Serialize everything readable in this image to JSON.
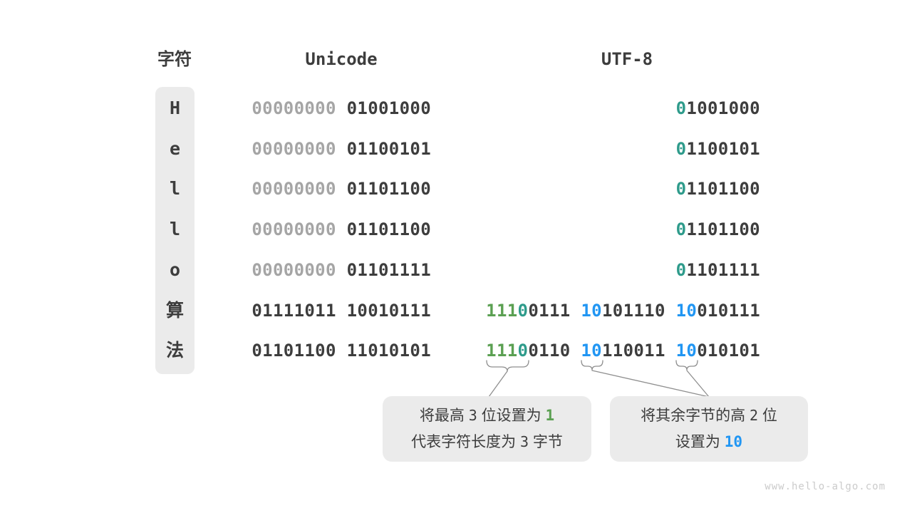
{
  "palette": {
    "dark": "#3D3D3D",
    "muted": "#A5A5A5",
    "teal": "#2E9B8B",
    "green": "#5BA052",
    "blue": "#2196F3",
    "boxbg": "#EBEBEB",
    "line": "#8F8F8F",
    "watermark": "#CBCBCB"
  },
  "headers": {
    "char": "字符",
    "unicode": "Unicode",
    "utf8": "UTF-8"
  },
  "rows": [
    {
      "char": "H",
      "unicode": [
        [
          {
            "t": "00000000",
            "c": "muted"
          }
        ],
        [
          {
            "t": "01001000",
            "c": "dark"
          }
        ]
      ],
      "utf8": [
        [
          {
            "t": "0",
            "c": "teal"
          },
          {
            "t": "1001000",
            "c": "dark"
          }
        ]
      ]
    },
    {
      "char": "e",
      "unicode": [
        [
          {
            "t": "00000000",
            "c": "muted"
          }
        ],
        [
          {
            "t": "01100101",
            "c": "dark"
          }
        ]
      ],
      "utf8": [
        [
          {
            "t": "0",
            "c": "teal"
          },
          {
            "t": "1100101",
            "c": "dark"
          }
        ]
      ]
    },
    {
      "char": "l",
      "unicode": [
        [
          {
            "t": "00000000",
            "c": "muted"
          }
        ],
        [
          {
            "t": "01101100",
            "c": "dark"
          }
        ]
      ],
      "utf8": [
        [
          {
            "t": "0",
            "c": "teal"
          },
          {
            "t": "1101100",
            "c": "dark"
          }
        ]
      ]
    },
    {
      "char": "l",
      "unicode": [
        [
          {
            "t": "00000000",
            "c": "muted"
          }
        ],
        [
          {
            "t": "01101100",
            "c": "dark"
          }
        ]
      ],
      "utf8": [
        [
          {
            "t": "0",
            "c": "teal"
          },
          {
            "t": "1101100",
            "c": "dark"
          }
        ]
      ]
    },
    {
      "char": "o",
      "unicode": [
        [
          {
            "t": "00000000",
            "c": "muted"
          }
        ],
        [
          {
            "t": "01101111",
            "c": "dark"
          }
        ]
      ],
      "utf8": [
        [
          {
            "t": "0",
            "c": "teal"
          },
          {
            "t": "1101111",
            "c": "dark"
          }
        ]
      ]
    },
    {
      "char": "算",
      "unicode": [
        [
          {
            "t": "01111011",
            "c": "dark"
          }
        ],
        [
          {
            "t": "10010111",
            "c": "dark"
          }
        ]
      ],
      "utf8": [
        [
          {
            "t": "111",
            "c": "green"
          },
          {
            "t": "0",
            "c": "teal"
          },
          {
            "t": "0111",
            "c": "dark"
          }
        ],
        [
          {
            "t": "10",
            "c": "blue"
          },
          {
            "t": "101110",
            "c": "dark"
          }
        ],
        [
          {
            "t": "10",
            "c": "blue"
          },
          {
            "t": "010111",
            "c": "dark"
          }
        ]
      ]
    },
    {
      "char": "法",
      "unicode": [
        [
          {
            "t": "01101100",
            "c": "dark"
          }
        ],
        [
          {
            "t": "11010101",
            "c": "dark"
          }
        ]
      ],
      "utf8": [
        [
          {
            "t": "111",
            "c": "green"
          },
          {
            "t": "0",
            "c": "teal"
          },
          {
            "t": "0110",
            "c": "dark"
          }
        ],
        [
          {
            "t": "10",
            "c": "blue"
          },
          {
            "t": "110011",
            "c": "dark"
          }
        ],
        [
          {
            "t": "10",
            "c": "blue"
          },
          {
            "t": "010101",
            "c": "dark"
          }
        ]
      ]
    }
  ],
  "callouts": [
    {
      "lines": [
        [
          {
            "t": "将最高 ",
            "c": "text"
          },
          {
            "t": "3",
            "c": "num"
          },
          {
            "t": " 位设置为 ",
            "c": "text"
          },
          {
            "t": "1",
            "c": "green"
          }
        ],
        [
          {
            "t": "代表字符长度为 ",
            "c": "text"
          },
          {
            "t": "3",
            "c": "num"
          },
          {
            "t": " 字节",
            "c": "text"
          }
        ]
      ]
    },
    {
      "lines": [
        [
          {
            "t": "将其余字节的高 ",
            "c": "text"
          },
          {
            "t": "2",
            "c": "num"
          },
          {
            "t": " 位",
            "c": "text"
          }
        ],
        [
          {
            "t": "设置为 ",
            "c": "text"
          },
          {
            "t": "10",
            "c": "blue"
          }
        ]
      ]
    }
  ],
  "watermark": "www.hello-algo.com"
}
